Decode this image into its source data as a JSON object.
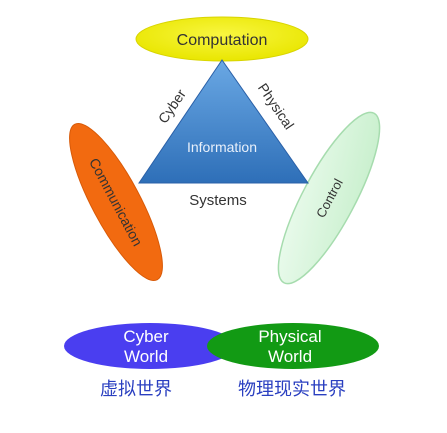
{
  "diagram": {
    "top_ellipse_label": "Computation",
    "left_ellipse_label": "Communication",
    "right_ellipse_label": "Control",
    "triangle_left_edge_label": "Cyber",
    "triangle_right_edge_label": "Physical",
    "triangle_center_label": "Information",
    "triangle_base_label": "Systems"
  },
  "worlds": {
    "cyber": {
      "line1": "Cyber",
      "line2": "World",
      "chinese": "虚拟世界"
    },
    "physical": {
      "line1": "Physical",
      "line2": "World",
      "chinese": "物理现实世界"
    }
  },
  "colors": {
    "computation": "#f2f01a",
    "communication": "#f26a10",
    "control": "#d7f7dc",
    "triangle": "#3a80c8",
    "cyber_world": "#4a3ef0",
    "physical_world": "#129a14",
    "chinese_text": "#2a3fc0"
  }
}
